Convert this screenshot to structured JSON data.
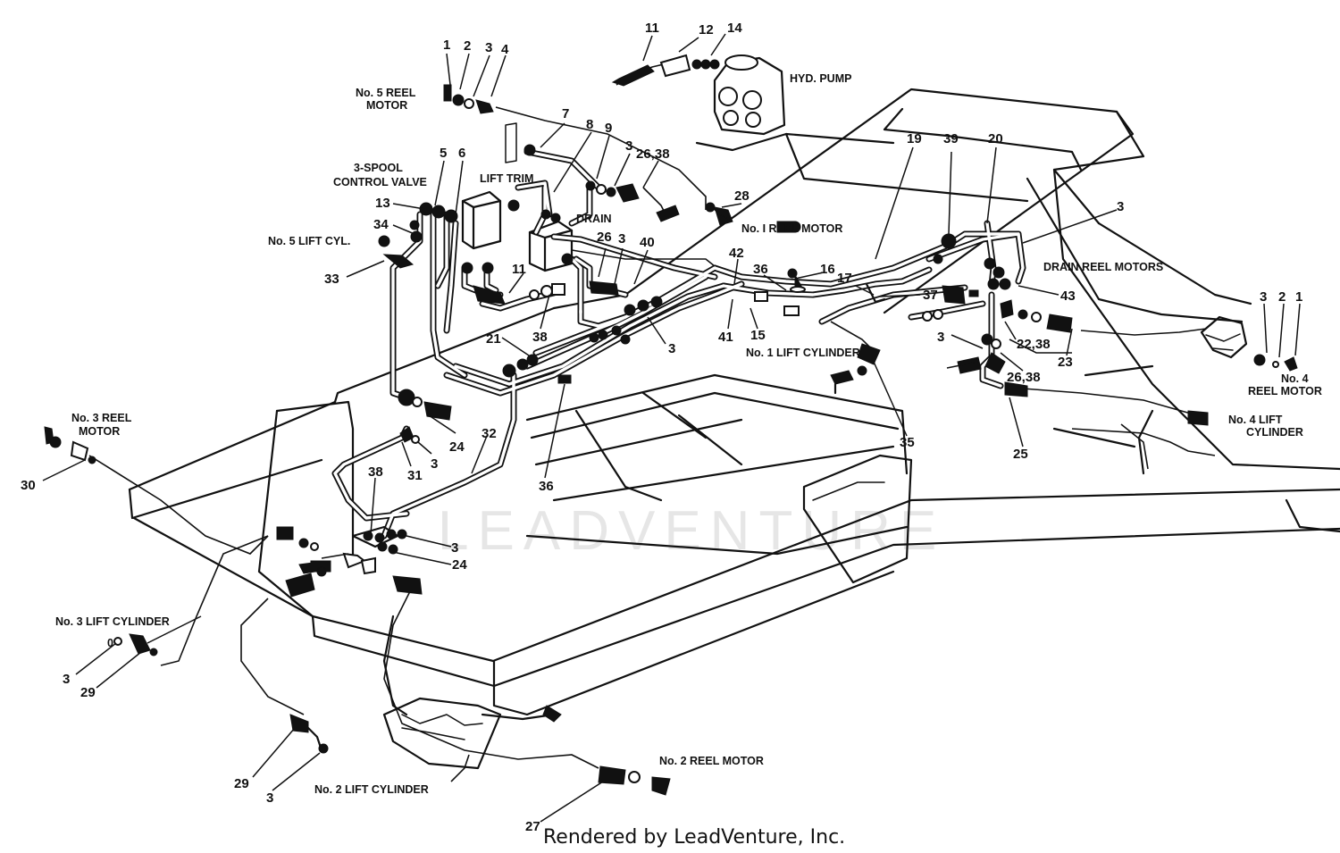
{
  "callouts": [
    {
      "id": "c1a",
      "text": "1"
    },
    {
      "id": "c2a",
      "text": "2"
    },
    {
      "id": "c3a",
      "text": "3"
    },
    {
      "id": "c4a",
      "text": "4"
    },
    {
      "id": "c11a",
      "text": "11"
    },
    {
      "id": "c12",
      "text": "12"
    },
    {
      "id": "c14",
      "text": "14"
    },
    {
      "id": "c7",
      "text": "7"
    },
    {
      "id": "c8",
      "text": "8"
    },
    {
      "id": "c9",
      "text": "9"
    },
    {
      "id": "c3b",
      "text": "3"
    },
    {
      "id": "c2638a",
      "text": "26,38"
    },
    {
      "id": "c5",
      "text": "5"
    },
    {
      "id": "c6",
      "text": "6"
    },
    {
      "id": "c13",
      "text": "13"
    },
    {
      "id": "c34",
      "text": "34"
    },
    {
      "id": "c33",
      "text": "33"
    },
    {
      "id": "c28",
      "text": "28"
    },
    {
      "id": "c19",
      "text": "19"
    },
    {
      "id": "c39",
      "text": "39"
    },
    {
      "id": "c20",
      "text": "20"
    },
    {
      "id": "c3c",
      "text": "3"
    },
    {
      "id": "c26a",
      "text": "26"
    },
    {
      "id": "c3d",
      "text": "3"
    },
    {
      "id": "c40",
      "text": "40"
    },
    {
      "id": "c42",
      "text": "42"
    },
    {
      "id": "c36a",
      "text": "36"
    },
    {
      "id": "c16",
      "text": "16"
    },
    {
      "id": "c17",
      "text": "17"
    },
    {
      "id": "c37",
      "text": "37"
    },
    {
      "id": "c43",
      "text": "43"
    },
    {
      "id": "c11b",
      "text": "11"
    },
    {
      "id": "c38a",
      "text": "38"
    },
    {
      "id": "c21",
      "text": "21"
    },
    {
      "id": "c3e",
      "text": "3"
    },
    {
      "id": "c41",
      "text": "41"
    },
    {
      "id": "c15",
      "text": "15"
    },
    {
      "id": "c3f",
      "text": "3"
    },
    {
      "id": "c2238",
      "text": "22,38"
    },
    {
      "id": "c23",
      "text": "23"
    },
    {
      "id": "c2638b",
      "text": "26,38"
    },
    {
      "id": "c3g",
      "text": "3"
    },
    {
      "id": "c2b",
      "text": "2"
    },
    {
      "id": "c1b",
      "text": "1"
    },
    {
      "id": "c35",
      "text": "35"
    },
    {
      "id": "c25",
      "text": "25"
    },
    {
      "id": "c24a",
      "text": "24"
    },
    {
      "id": "c3h",
      "text": "3"
    },
    {
      "id": "c31",
      "text": "31"
    },
    {
      "id": "c32",
      "text": "32"
    },
    {
      "id": "c36b",
      "text": "36"
    },
    {
      "id": "c30",
      "text": "30"
    },
    {
      "id": "c38b",
      "text": "38"
    },
    {
      "id": "c3i",
      "text": "3"
    },
    {
      "id": "c24b",
      "text": "24"
    },
    {
      "id": "c3j",
      "text": "3"
    },
    {
      "id": "c29a",
      "text": "29"
    },
    {
      "id": "c29b",
      "text": "29"
    },
    {
      "id": "c3k",
      "text": "3"
    },
    {
      "id": "c27",
      "text": "27"
    }
  ],
  "labels": {
    "hyd_pump": "HYD. PUMP",
    "no5_reel_motor": [
      "No. 5 REEL",
      "MOTOR"
    ],
    "spool_valve": [
      "3-SPOOL",
      "CONTROL VALVE"
    ],
    "lift_trim": "LIFT TRIM",
    "drain": "DRAIN",
    "no1_reel_motor": "No. I REEL MOTOR",
    "no5_lift_cyl": "No. 5 LIFT CYL.",
    "drain_reel_motors": "DRAIN REEL MOTORS",
    "no1_lift_cylinder": "No. 1 LIFT CYLINDER",
    "no4_reel_motor": [
      "No. 4",
      "REEL MOTOR"
    ],
    "no4_lift_cylinder": [
      "No. 4 LIFT",
      "CYLINDER"
    ],
    "no3_reel_motor": [
      "No. 3 REEL",
      "MOTOR"
    ],
    "no3_lift_cylinder": "No. 3 LIFT CYLINDER",
    "no2_lift_cylinder": "No. 2 LIFT CYLINDER",
    "no2_reel_motor": "No. 2 REEL MOTOR",
    "small_zero": "0"
  },
  "watermark": "LEADVENTURE",
  "footer": "Rendered by LeadVenture, Inc."
}
